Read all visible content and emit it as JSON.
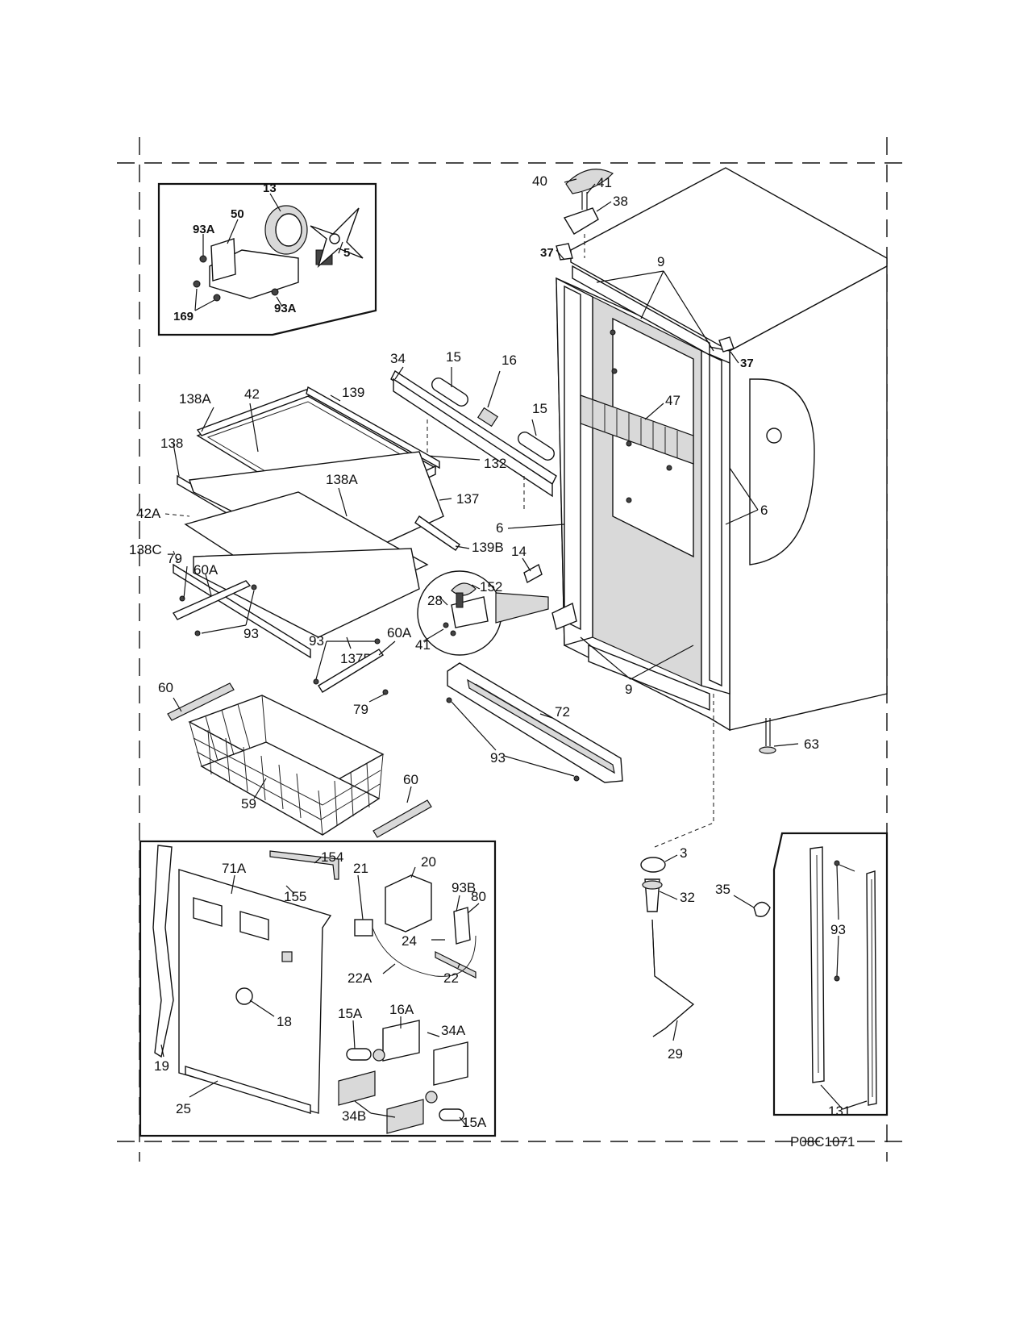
{
  "diagram": {
    "drawing_code": "P08C1071",
    "labels": {
      "fan_93A_top": "93A",
      "fan_50": "50",
      "fan_13": "13",
      "fan_5": "5",
      "fan_169": "169",
      "fan_93A_bottom": "93A",
      "p40": "40",
      "p41_top": "41",
      "p38": "38",
      "p37_top": "37",
      "p9_top": "9",
      "p37_right": "37",
      "p34": "34",
      "p15_a": "15",
      "p16": "16",
      "p15_b": "15",
      "p47": "47",
      "p132": "132",
      "p6_left": "6",
      "p6_right": "6",
      "p138A_top": "138A",
      "p42": "42",
      "p139": "139",
      "p138": "138",
      "p138A_mid": "138A",
      "p137": "137",
      "p42A": "42A",
      "p139B": "139B",
      "p138C": "138C",
      "p14": "14",
      "p152": "152",
      "p28": "28",
      "p41_mid": "41",
      "p79_left": "79",
      "p60A_left": "60A",
      "p93_left": "93",
      "p137B": "137B",
      "p60A_mid": "60A",
      "p93_mid": "93",
      "p79_mid": "79",
      "p9_bottom": "9",
      "p60_left": "60",
      "p72": "72",
      "p93_grille": "93",
      "p63": "63",
      "p59": "59",
      "p60_right": "60",
      "p71A": "71A",
      "p154": "154",
      "p21": "21",
      "p20": "20",
      "p155": "155",
      "p93B": "93B",
      "p80": "80",
      "p24": "24",
      "p22A": "22A",
      "p22": "22",
      "p18": "18",
      "p15A_top": "15A",
      "p16A": "16A",
      "p34A": "34A",
      "p19": "19",
      "p25": "25",
      "p34B": "34B",
      "p15A_bottom": "15A",
      "p3": "3",
      "p32": "32",
      "p29": "29",
      "p35": "35",
      "p93_rail": "93",
      "p131": "131"
    }
  }
}
